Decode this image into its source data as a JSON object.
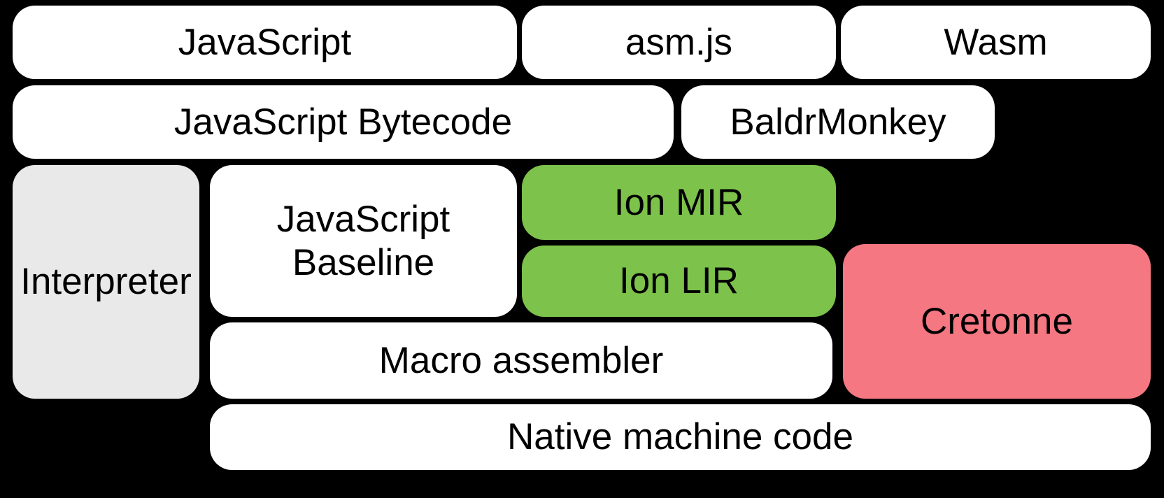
{
  "diagram": {
    "boxes": [
      {
        "id": "javascript",
        "label": "JavaScript",
        "color": "#FFFFFF"
      },
      {
        "id": "asmjs",
        "label": "asm.js",
        "color": "#FFFFFF"
      },
      {
        "id": "wasm",
        "label": "Wasm",
        "color": "#FFFFFF"
      },
      {
        "id": "javascript-bytecode",
        "label": "JavaScript Bytecode",
        "color": "#FFFFFF"
      },
      {
        "id": "baldrmonkey",
        "label": "BaldrMonkey",
        "color": "#FFFFFF"
      },
      {
        "id": "interpreter",
        "label": "Interpreter",
        "color": "#E9E9E9"
      },
      {
        "id": "javascript-baseline",
        "label": "JavaScript\nBaseline",
        "color": "#FFFFFF"
      },
      {
        "id": "ion-mir",
        "label": "Ion MIR",
        "color": "#7CC24B"
      },
      {
        "id": "ion-lir",
        "label": "Ion LIR",
        "color": "#7CC24B"
      },
      {
        "id": "cretonne",
        "label": "Cretonne",
        "color": "#F57782"
      },
      {
        "id": "macro-assembler",
        "label": "Macro assembler",
        "color": "#FFFFFF"
      },
      {
        "id": "native-machine-code",
        "label": "Native machine code",
        "color": "#FFFFFF"
      }
    ]
  },
  "colors": {
    "background": "#000000",
    "text": "#000000",
    "white": "#FFFFFF",
    "gray": "#E9E9E9",
    "green": "#7CC24B",
    "pink": "#F57782"
  }
}
